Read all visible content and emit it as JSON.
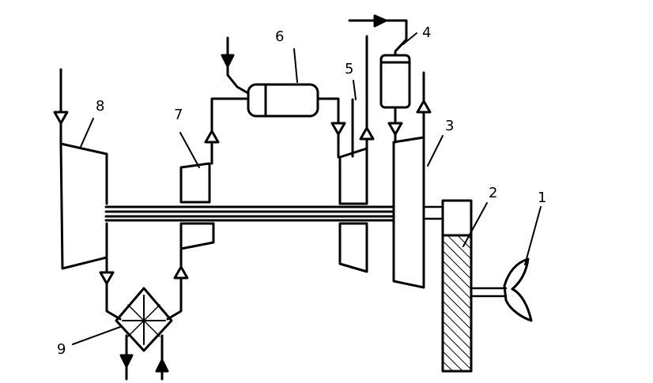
{
  "labels": [
    "1",
    "2",
    "3",
    "4",
    "5",
    "6",
    "7",
    "8",
    "9"
  ],
  "colors": {
    "ink": "#000000",
    "background": "#ffffff",
    "hatch": "#000000"
  }
}
